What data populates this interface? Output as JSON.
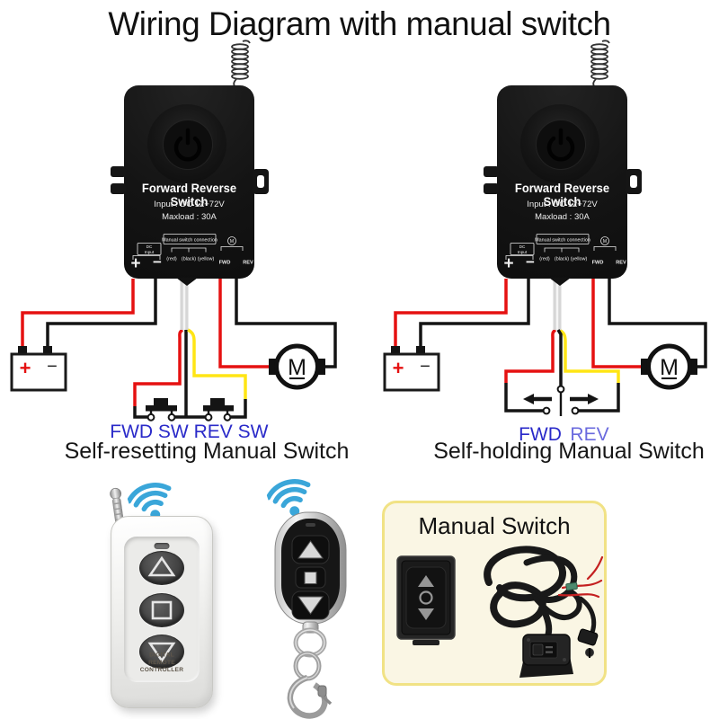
{
  "title": "Wiring Diagram with manual switch",
  "device": {
    "name": "Forward Reverse Switch",
    "input_label": "Input : DC 12−72V",
    "maxload_label": "Maxload : 30A",
    "terminals": {
      "dc_line1": "DC",
      "dc_line2": "Input",
      "plus": "+",
      "minus": "−",
      "manual_connection_label": "Manual switch connection",
      "wire_red": "(red)",
      "wire_black": "(black)",
      "wire_yellow": "(yellow)",
      "motor_letter": "M",
      "fwd_label": "FWD",
      "rev_label": "REV"
    }
  },
  "left_diagram": {
    "battery_plus": "+",
    "battery_minus": "−",
    "motor_letter": "M",
    "fwd_switch_label": "FWD SW",
    "rev_switch_label": "REV SW",
    "caption": "Self-resetting Manual Switch"
  },
  "right_diagram": {
    "battery_plus": "+",
    "battery_minus": "−",
    "motor_letter": "M",
    "fwd_label": "FWD",
    "rev_label": "REV",
    "caption": "Self-holding Manual Switch"
  },
  "remote_large": {
    "brand_line1": "DIGITAL REMOTE",
    "brand_line2": "CONTROLLER"
  },
  "manual_switch_panel": {
    "title": "Manual Switch"
  },
  "colors": {
    "wire_red": "#e51111",
    "wire_yellow": "#ffe515",
    "wire_black": "#141414",
    "ribbon_gray": "#d6d6d6",
    "label_blue": "#2a2ac9",
    "label_blue_light": "#6a6ade",
    "wifi_blue": "#3aa6d9",
    "panel_bg": "#faf6e4",
    "panel_border": "#f1e285",
    "device_black": "#141414"
  }
}
